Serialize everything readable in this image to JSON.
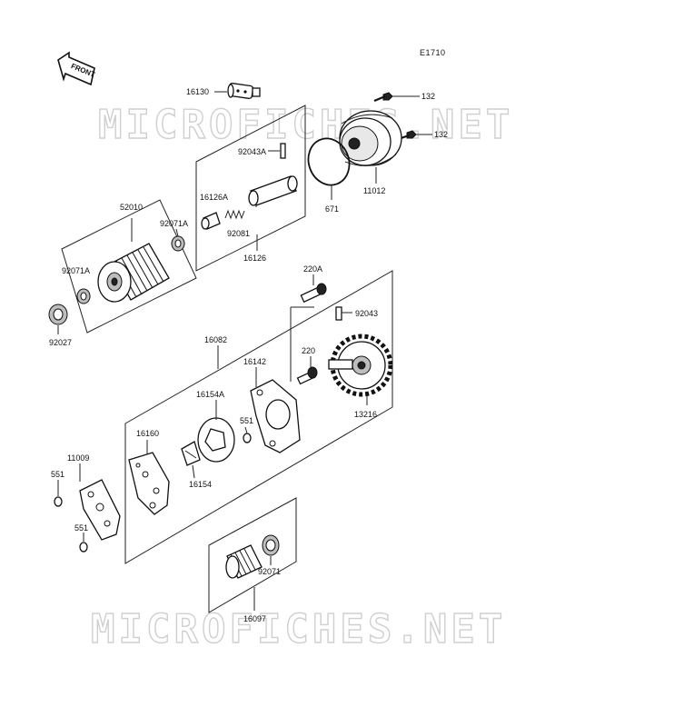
{
  "diagram": {
    "code": "E1710",
    "front_label": "FRONT",
    "watermark": "MICROFICHES.NET",
    "parts": [
      {
        "id": "p16130",
        "label": "16130"
      },
      {
        "id": "p132a",
        "label": "132"
      },
      {
        "id": "p132b",
        "label": "132"
      },
      {
        "id": "p92043A",
        "label": "92043A"
      },
      {
        "id": "p11012",
        "label": "11012"
      },
      {
        "id": "p671",
        "label": "671"
      },
      {
        "id": "p16126A",
        "label": "16126A"
      },
      {
        "id": "p92081",
        "label": "92081"
      },
      {
        "id": "p16126",
        "label": "16126"
      },
      {
        "id": "p52010",
        "label": "52010"
      },
      {
        "id": "p92071A_a",
        "label": "92071A"
      },
      {
        "id": "p92071A_b",
        "label": "92071A"
      },
      {
        "id": "p92027",
        "label": "92027"
      },
      {
        "id": "p220A",
        "label": "220A"
      },
      {
        "id": "p92043",
        "label": "92043"
      },
      {
        "id": "p16082",
        "label": "16082"
      },
      {
        "id": "p220",
        "label": "220"
      },
      {
        "id": "p16142",
        "label": "16142"
      },
      {
        "id": "p16154A",
        "label": "16154A"
      },
      {
        "id": "p551a",
        "label": "551"
      },
      {
        "id": "p13216",
        "label": "13216"
      },
      {
        "id": "p16160",
        "label": "16160"
      },
      {
        "id": "p11009",
        "label": "11009"
      },
      {
        "id": "p16154",
        "label": "16154"
      },
      {
        "id": "p551b",
        "label": "551"
      },
      {
        "id": "p551c",
        "label": "551"
      },
      {
        "id": "p92071",
        "label": "92071"
      },
      {
        "id": "p16097",
        "label": "16097"
      }
    ]
  }
}
